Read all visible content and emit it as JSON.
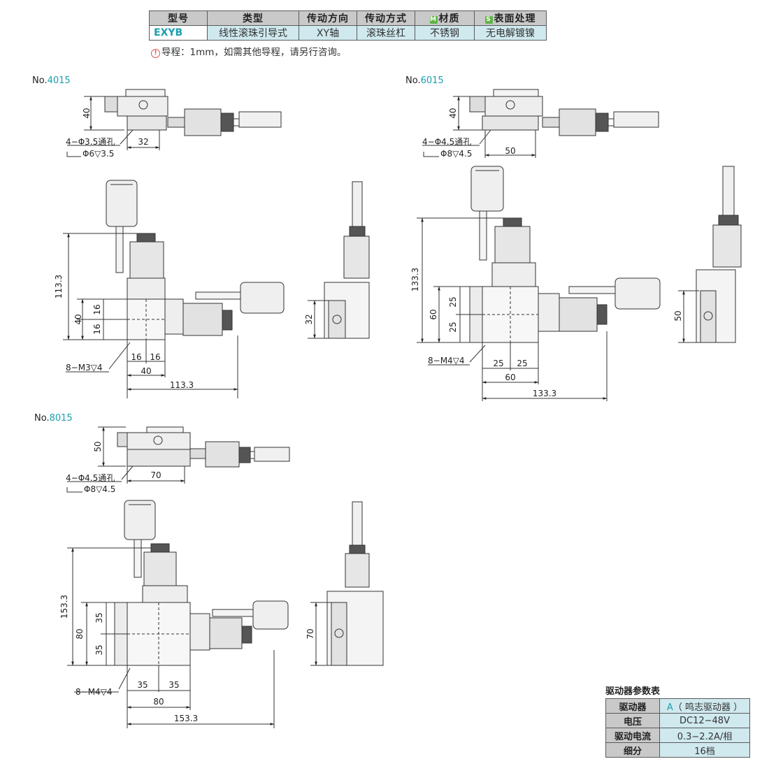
{
  "spec_table": {
    "headers": [
      "型号",
      "类型",
      "传动方向",
      "传动方式",
      "材质",
      "表面处理"
    ],
    "material_badge": "M",
    "surface_badge": "S",
    "row": [
      "EXYB",
      "线性滚珠引导式",
      "XY轴",
      "滚珠丝杠",
      "不锈钢",
      "无电解镀镍"
    ]
  },
  "note": {
    "icon": "!",
    "text": "导程：1mm，如需其他导程，请另行咨询。"
  },
  "models": [
    {
      "prefix": "No.",
      "number": "4015",
      "side_height": "40",
      "side_width": "32",
      "hole_spec": "4−Φ3.5通孔",
      "counterbore": "Φ6▽3.5",
      "overall_height": "113.3",
      "body_height": "40",
      "half_pitch_a": "16",
      "half_pitch_b": "16",
      "thread_spec": "8−M3▽4",
      "pitch_x_a": "16",
      "pitch_x_b": "16",
      "body_width": "40",
      "overall_width": "113.3",
      "right_height": "32"
    },
    {
      "prefix": "No.",
      "number": "6015",
      "side_height": "40",
      "side_width": "50",
      "hole_spec": "4−Φ4.5通孔",
      "counterbore": "Φ8▽4.5",
      "overall_height": "133.3",
      "body_height": "60",
      "half_pitch_a": "25",
      "half_pitch_b": "25",
      "thread_spec": "8−M4▽4",
      "pitch_x_a": "25",
      "pitch_x_b": "25",
      "body_width": "60",
      "overall_width": "133.3",
      "right_height": "50"
    },
    {
      "prefix": "No.",
      "number": "8015",
      "side_height": "50",
      "side_width": "70",
      "hole_spec": "4−Φ4.5通孔",
      "counterbore": "Φ8▽4.5",
      "overall_height": "153.3",
      "body_height": "80",
      "half_pitch_a": "35",
      "half_pitch_b": "35",
      "thread_spec": "8−M4▽4",
      "pitch_x_a": "35",
      "pitch_x_b": "35",
      "body_width": "80",
      "overall_width": "153.3",
      "right_height": "70"
    }
  ],
  "driver_table": {
    "title": "驱动器参数表",
    "rows": [
      {
        "key": "驱动器",
        "prefix": "A",
        "value": "（ 鸣志驱动器 ）"
      },
      {
        "key": "电压",
        "prefix": "",
        "value": "DC12−48V"
      },
      {
        "key": "驱动电流",
        "prefix": "",
        "value": "0.3−2.2A/相"
      },
      {
        "key": "细分",
        "prefix": "",
        "value": "16档"
      }
    ]
  }
}
